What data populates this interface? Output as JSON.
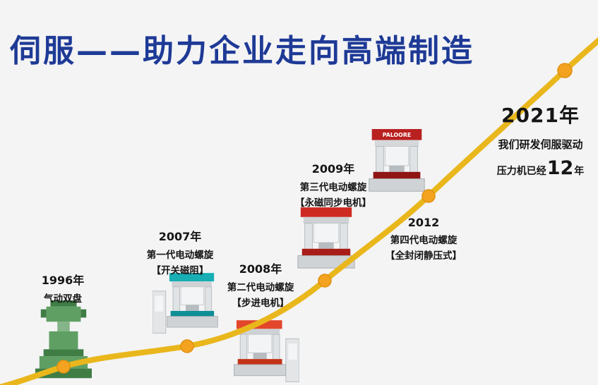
{
  "page": {
    "background": "#f4f4f5"
  },
  "title": {
    "text": "伺服——助力企业走向高端制造",
    "color": "#1e3a96"
  },
  "curve": {
    "color": "#e9b71c",
    "marker_color": "#f3a320"
  },
  "milestones": [
    {
      "year": "1996年",
      "lines": [
        "气动双盘"
      ]
    },
    {
      "year": "2007年",
      "lines": [
        "第一代电动螺旋",
        "【开关磁阻】"
      ]
    },
    {
      "year": "2008年",
      "lines": [
        "第二代电动螺旋",
        "【步进电机】"
      ]
    },
    {
      "year": "2009年",
      "lines": [
        "第三代电动螺旋",
        "【永磁同步电机】"
      ]
    },
    {
      "year": "2012",
      "lines": [
        "第四代电动螺旋",
        "【全封闭静压式】"
      ]
    }
  ],
  "highlight": {
    "year": "2021年",
    "line1": "我们研发伺服驱动",
    "line2_prefix": "压力机已经",
    "line2_number": "12",
    "line2_suffix": "年"
  },
  "machines": [
    {
      "name": "press-1996-pneumatic",
      "color": "#5f9f63",
      "accent": "#3f7d45"
    },
    {
      "name": "press-2007-gen1",
      "color": "#17aeb4",
      "accent": "#0d8f95"
    },
    {
      "name": "press-2008-gen2",
      "color": "#e2472b",
      "accent": "#c33317"
    },
    {
      "name": "press-2009-gen3",
      "color": "#cd2a22",
      "accent": "#a81d17"
    },
    {
      "name": "press-2012-gen4",
      "color": "#b92020",
      "accent": "#8f1414",
      "brand": "PALOORE"
    }
  ]
}
